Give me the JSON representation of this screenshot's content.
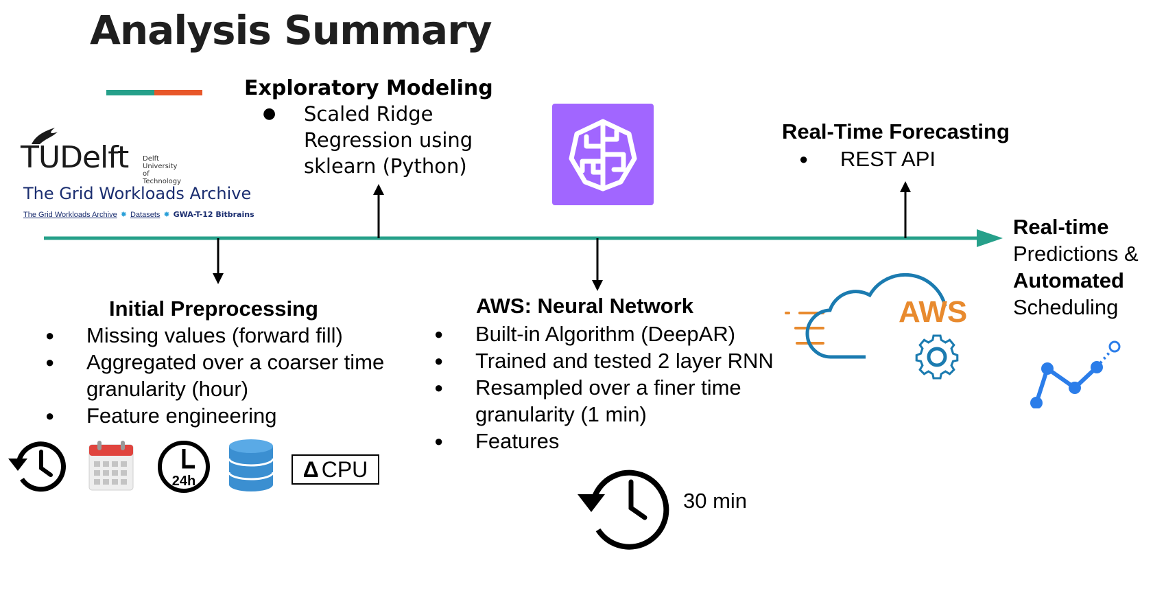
{
  "title": "Analysis Summary",
  "colors": {
    "timeline": "#26a08a",
    "accent_teal": "#26a08a",
    "accent_orange": "#e8572a",
    "sagemaker_purple": "#a166ff",
    "aws_orange": "#e88a2e",
    "aws_blue": "#1b7bb0",
    "chart_blue": "#2b7de9"
  },
  "logo": {
    "tu_main": "TUDelft",
    "tu_small": [
      "Delft",
      "University of",
      "Technology"
    ],
    "gwa_title": "The Grid Workloads Archive",
    "crumbs": [
      "The Grid Workloads Archive",
      "Datasets",
      "GWA-T-12 Bitbrains"
    ]
  },
  "stages": {
    "exploratory": {
      "heading": "Exploratory Modeling",
      "items": [
        "Scaled Ridge Regression using sklearn (Python)"
      ]
    },
    "realtime_forecasting": {
      "heading": "Real-Time Forecasting",
      "items": [
        "REST API"
      ]
    },
    "initial_preprocessing": {
      "heading": "Initial Preprocessing",
      "items": [
        "Missing values (forward fill)",
        "Aggregated over a coarser time granularity (hour)",
        "Feature engineering"
      ]
    },
    "aws_neural": {
      "heading": "AWS: Neural Network",
      "items": [
        "Built-in Algorithm (DeepAR)",
        "Trained and tested 2 layer RNN",
        "Resampled over a finer time granularity (1 min)",
        "Features"
      ]
    }
  },
  "icons": {
    "preprocessing_row": [
      "history-icon",
      "calendar-icon",
      "clock-24h-icon",
      "database-icon",
      "delta-cpu-icon"
    ],
    "clock_24h_label": "24h",
    "cpu_label": "CPU",
    "interval_label": "30 min",
    "aws_label": "AWS"
  },
  "final": {
    "line1": "Real-time",
    "line2": "Predictions &",
    "line3": "Automated",
    "line4": "Scheduling"
  }
}
